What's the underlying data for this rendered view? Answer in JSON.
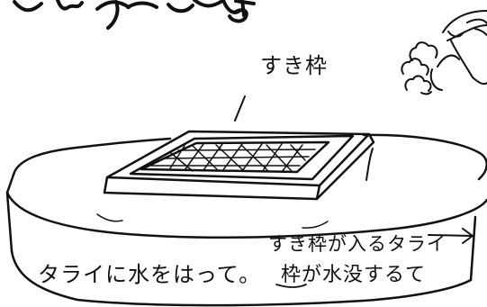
{
  "labels": {
    "frame": "すき枠",
    "tub_note": "すき枠が入るタライ",
    "line_one": "タライに水をはって。",
    "line_two": "枠が水没するて"
  }
}
